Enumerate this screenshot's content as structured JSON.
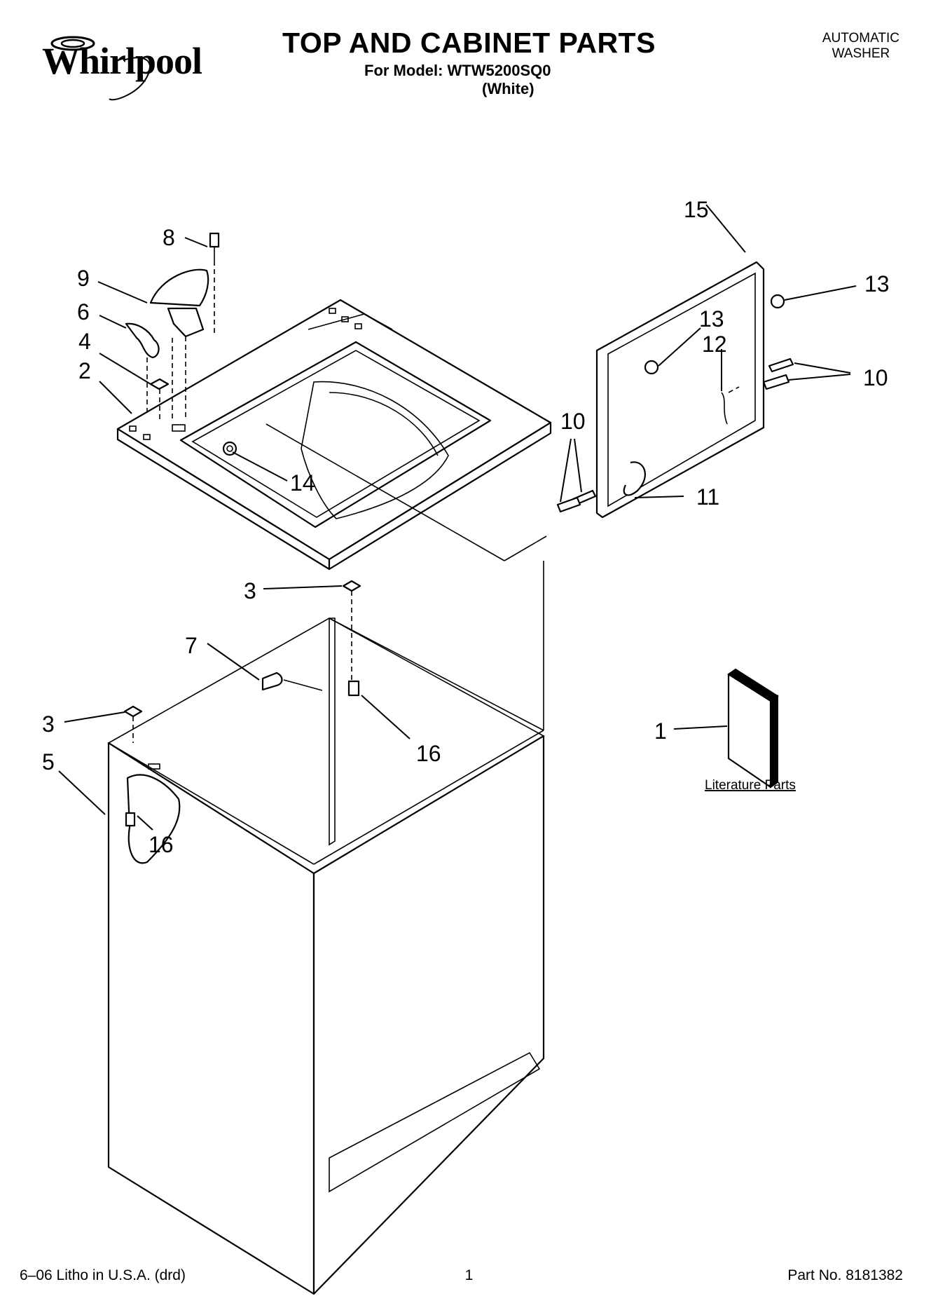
{
  "header": {
    "brand": "Whirlpool",
    "title": "TOP AND CABINET PARTS",
    "model_line": "For Model: WTW5200SQ0",
    "color_line": "(White)",
    "product_type_line1": "AUTOMATIC",
    "product_type_line2": "WASHER"
  },
  "callouts": {
    "c1": "1",
    "c2": "2",
    "c3a": "3",
    "c3b": "3",
    "c4": "4",
    "c5": "5",
    "c6": "6",
    "c7": "7",
    "c8": "8",
    "c9": "9",
    "c10a": "10",
    "c10b": "10",
    "c11": "11",
    "c12": "12",
    "c13a": "13",
    "c13b": "13",
    "c14": "14",
    "c15": "15",
    "c16a": "16",
    "c16b": "16"
  },
  "literature_label": "Literature Parts",
  "footer": {
    "left": "6–06 Litho in U.S.A. (drd)",
    "page": "1",
    "part_no": "Part No. 8181382"
  }
}
